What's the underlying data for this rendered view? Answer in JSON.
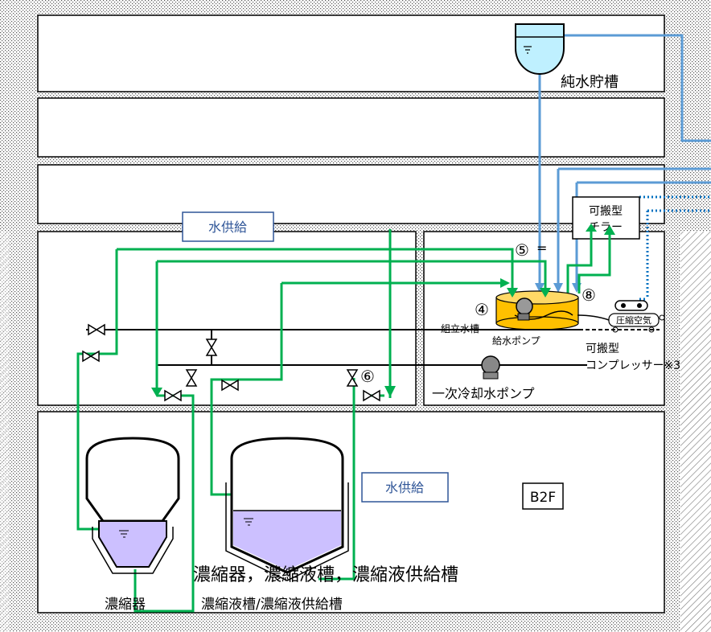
{
  "labels": {
    "pure_water_tank": "純水貯槽",
    "water_supply_upper": "水供給",
    "water_supply_lower": "水供給",
    "portable_chiller_line1": "可搬型",
    "portable_chiller_line2": "チラー",
    "circle5": "⑤",
    "equals": "=",
    "circle4": "④",
    "circle8": "⑧",
    "circle6": "⑥",
    "assembly_tank": "組立水槽",
    "feed_pump": "給水ポンプ",
    "compressed_air": "圧縮空気",
    "portable_compressor_line1": "可搬型",
    "portable_compressor_line2": "コンプレッサー※3",
    "primary_cooling_pump": "一次冷却水ポンプ",
    "floor_label": "B2F",
    "vessels_caption": "濃縮器，濃縮液槽，濃縮液供給槽",
    "evaporator": "濃縮器",
    "concentrate_tanks": "濃縮液槽/濃縮液供給槽"
  },
  "colors": {
    "green_line": "#00B050",
    "blue_line": "#5B9BD5",
    "dotted_line": "#0070C0",
    "liquid_purple": "#CCC0FF",
    "water_blue": "#BFF0FF",
    "tank_orange": "#FFC000",
    "label_box_border": "#2F5597"
  }
}
